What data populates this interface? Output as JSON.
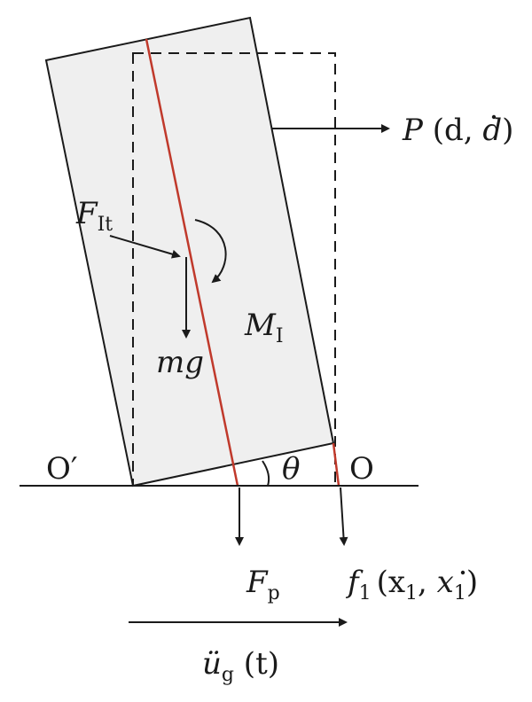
{
  "labels": {
    "force_p": "P",
    "force_p_args": "(d, ",
    "force_p_ddot": "d",
    "force_p_close": ")",
    "inertia_force_main": "F",
    "inertia_force_sub": "It",
    "weight": "mg",
    "mass_main": "M",
    "mass_sub": "I",
    "pivot_left": "O′",
    "pivot_right": "O",
    "angle": "θ",
    "fp_main": "F",
    "fp_sub": "p",
    "f1_main": "f",
    "f1_sub": "1",
    "f1_args_open": "(x",
    "f1_args_sub1": "1",
    "f1_args_mid": ", ",
    "f1_args_xdot": "x",
    "f1_args_sub2": "1",
    "f1_args_close": ")",
    "ground_accel_main": "ü",
    "ground_accel_sub": "g",
    "ground_accel_arg": " (t)"
  },
  "colors": {
    "block_fill": "#efefef",
    "stroke": "#1a1a1a",
    "red_line": "#c0392b"
  }
}
